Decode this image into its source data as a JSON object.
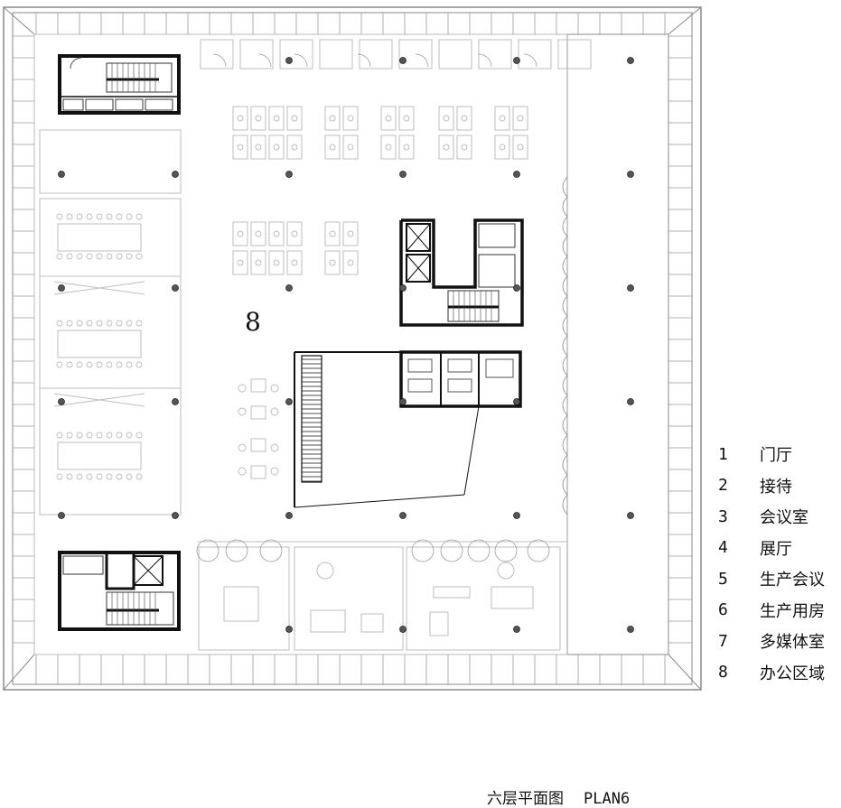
{
  "zone_label": "8",
  "legend": [
    {
      "number": "1",
      "label": "门厅"
    },
    {
      "number": "2",
      "label": "接待"
    },
    {
      "number": "3",
      "label": "会议室"
    },
    {
      "number": "4",
      "label": "展厅"
    },
    {
      "number": "5",
      "label": "生产会议"
    },
    {
      "number": "6",
      "label": "生产用房"
    },
    {
      "number": "7",
      "label": "多媒体室"
    },
    {
      "number": "8",
      "label": "办公区域"
    }
  ],
  "caption": {
    "title": "六层平面图",
    "subtitle": "PLAN6"
  },
  "colors": {
    "wall": "#111111",
    "furniture": "#bdbdbd",
    "column": "#555555",
    "facade": "#8a8a8a"
  }
}
